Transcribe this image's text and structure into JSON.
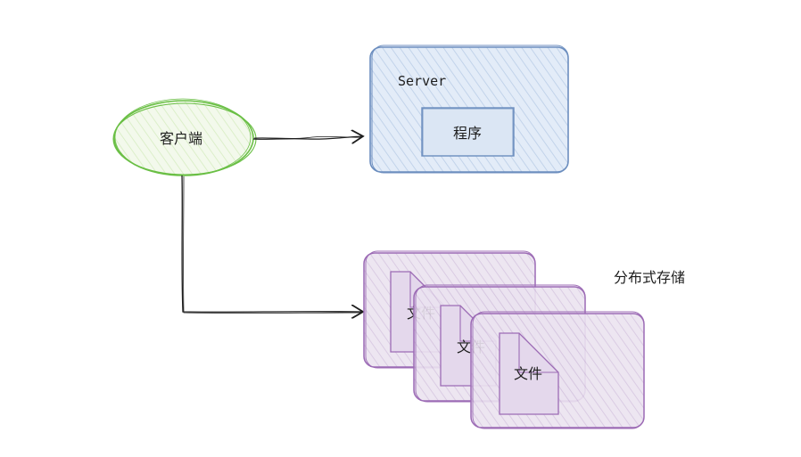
{
  "client": {
    "label": "客户端"
  },
  "server": {
    "title": "Server",
    "program_label": "程序"
  },
  "storage": {
    "label": "分布式存储",
    "file_labels": [
      "文件",
      "文件",
      "文件"
    ]
  },
  "colors": {
    "client_stroke": "#6abf45",
    "client_fill": "#eef7e4",
    "server_stroke": "#6c8ebf",
    "server_fill": "#dbe7f5",
    "storage_stroke": "#9c6bb5",
    "storage_fill": "#e6dced",
    "arrow": "#1e1e1e"
  }
}
